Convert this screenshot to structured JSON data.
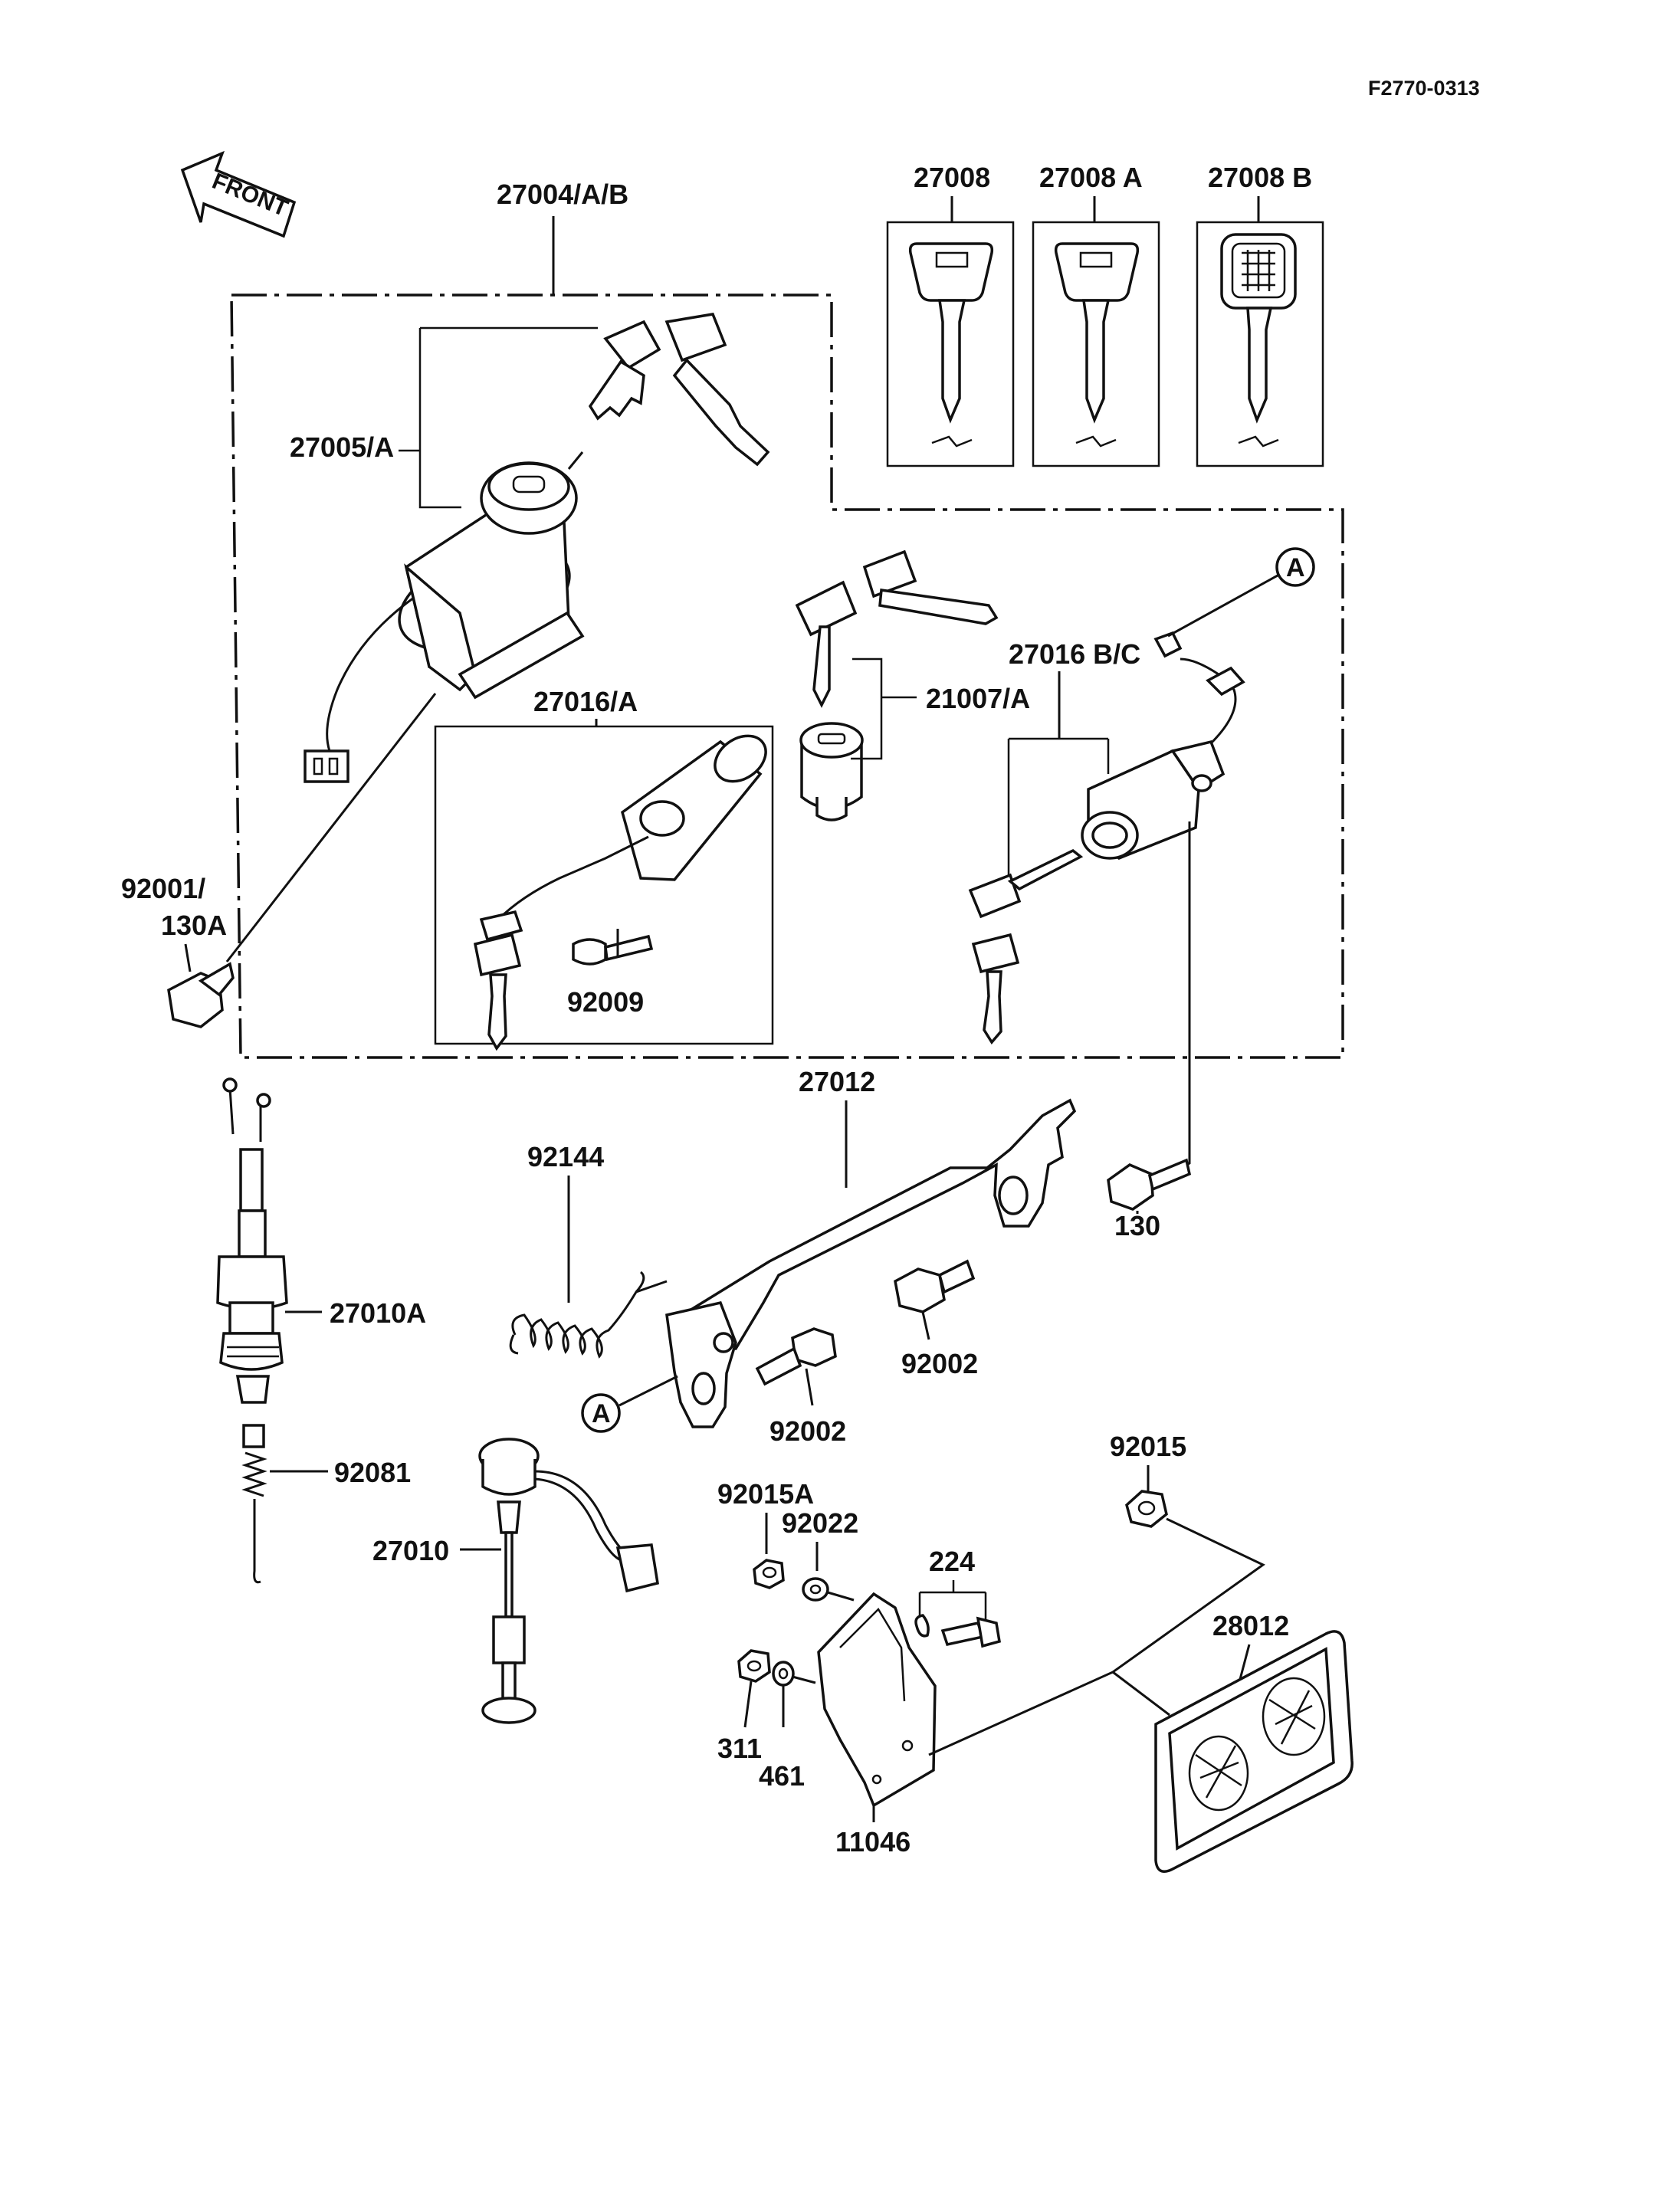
{
  "doc_code": "F2770-0313",
  "front_arrow_label": "FRONT",
  "callout_letter": "A",
  "parts": {
    "p27004": "27004/A/B",
    "p27005": "27005/A",
    "p27008": "27008",
    "p27008a": "27008 A",
    "p27008b": "27008 B",
    "p27016a": "27016/A",
    "p21007": "21007/A",
    "p27016bc": "27016 B/C",
    "p92001": "92001/",
    "p130a": "130A",
    "p92009": "92009",
    "p27012": "27012",
    "p92144": "92144",
    "p130": "130",
    "p27010a": "27010A",
    "p92002_upper": "92002",
    "p92002_lower": "92002",
    "p92081": "92081",
    "p27010": "27010",
    "p92015a": "92015A",
    "p92022": "92022",
    "p224": "224",
    "p92015": "92015",
    "p28012": "28012",
    "p311": "311",
    "p461": "461",
    "p11046": "11046"
  }
}
